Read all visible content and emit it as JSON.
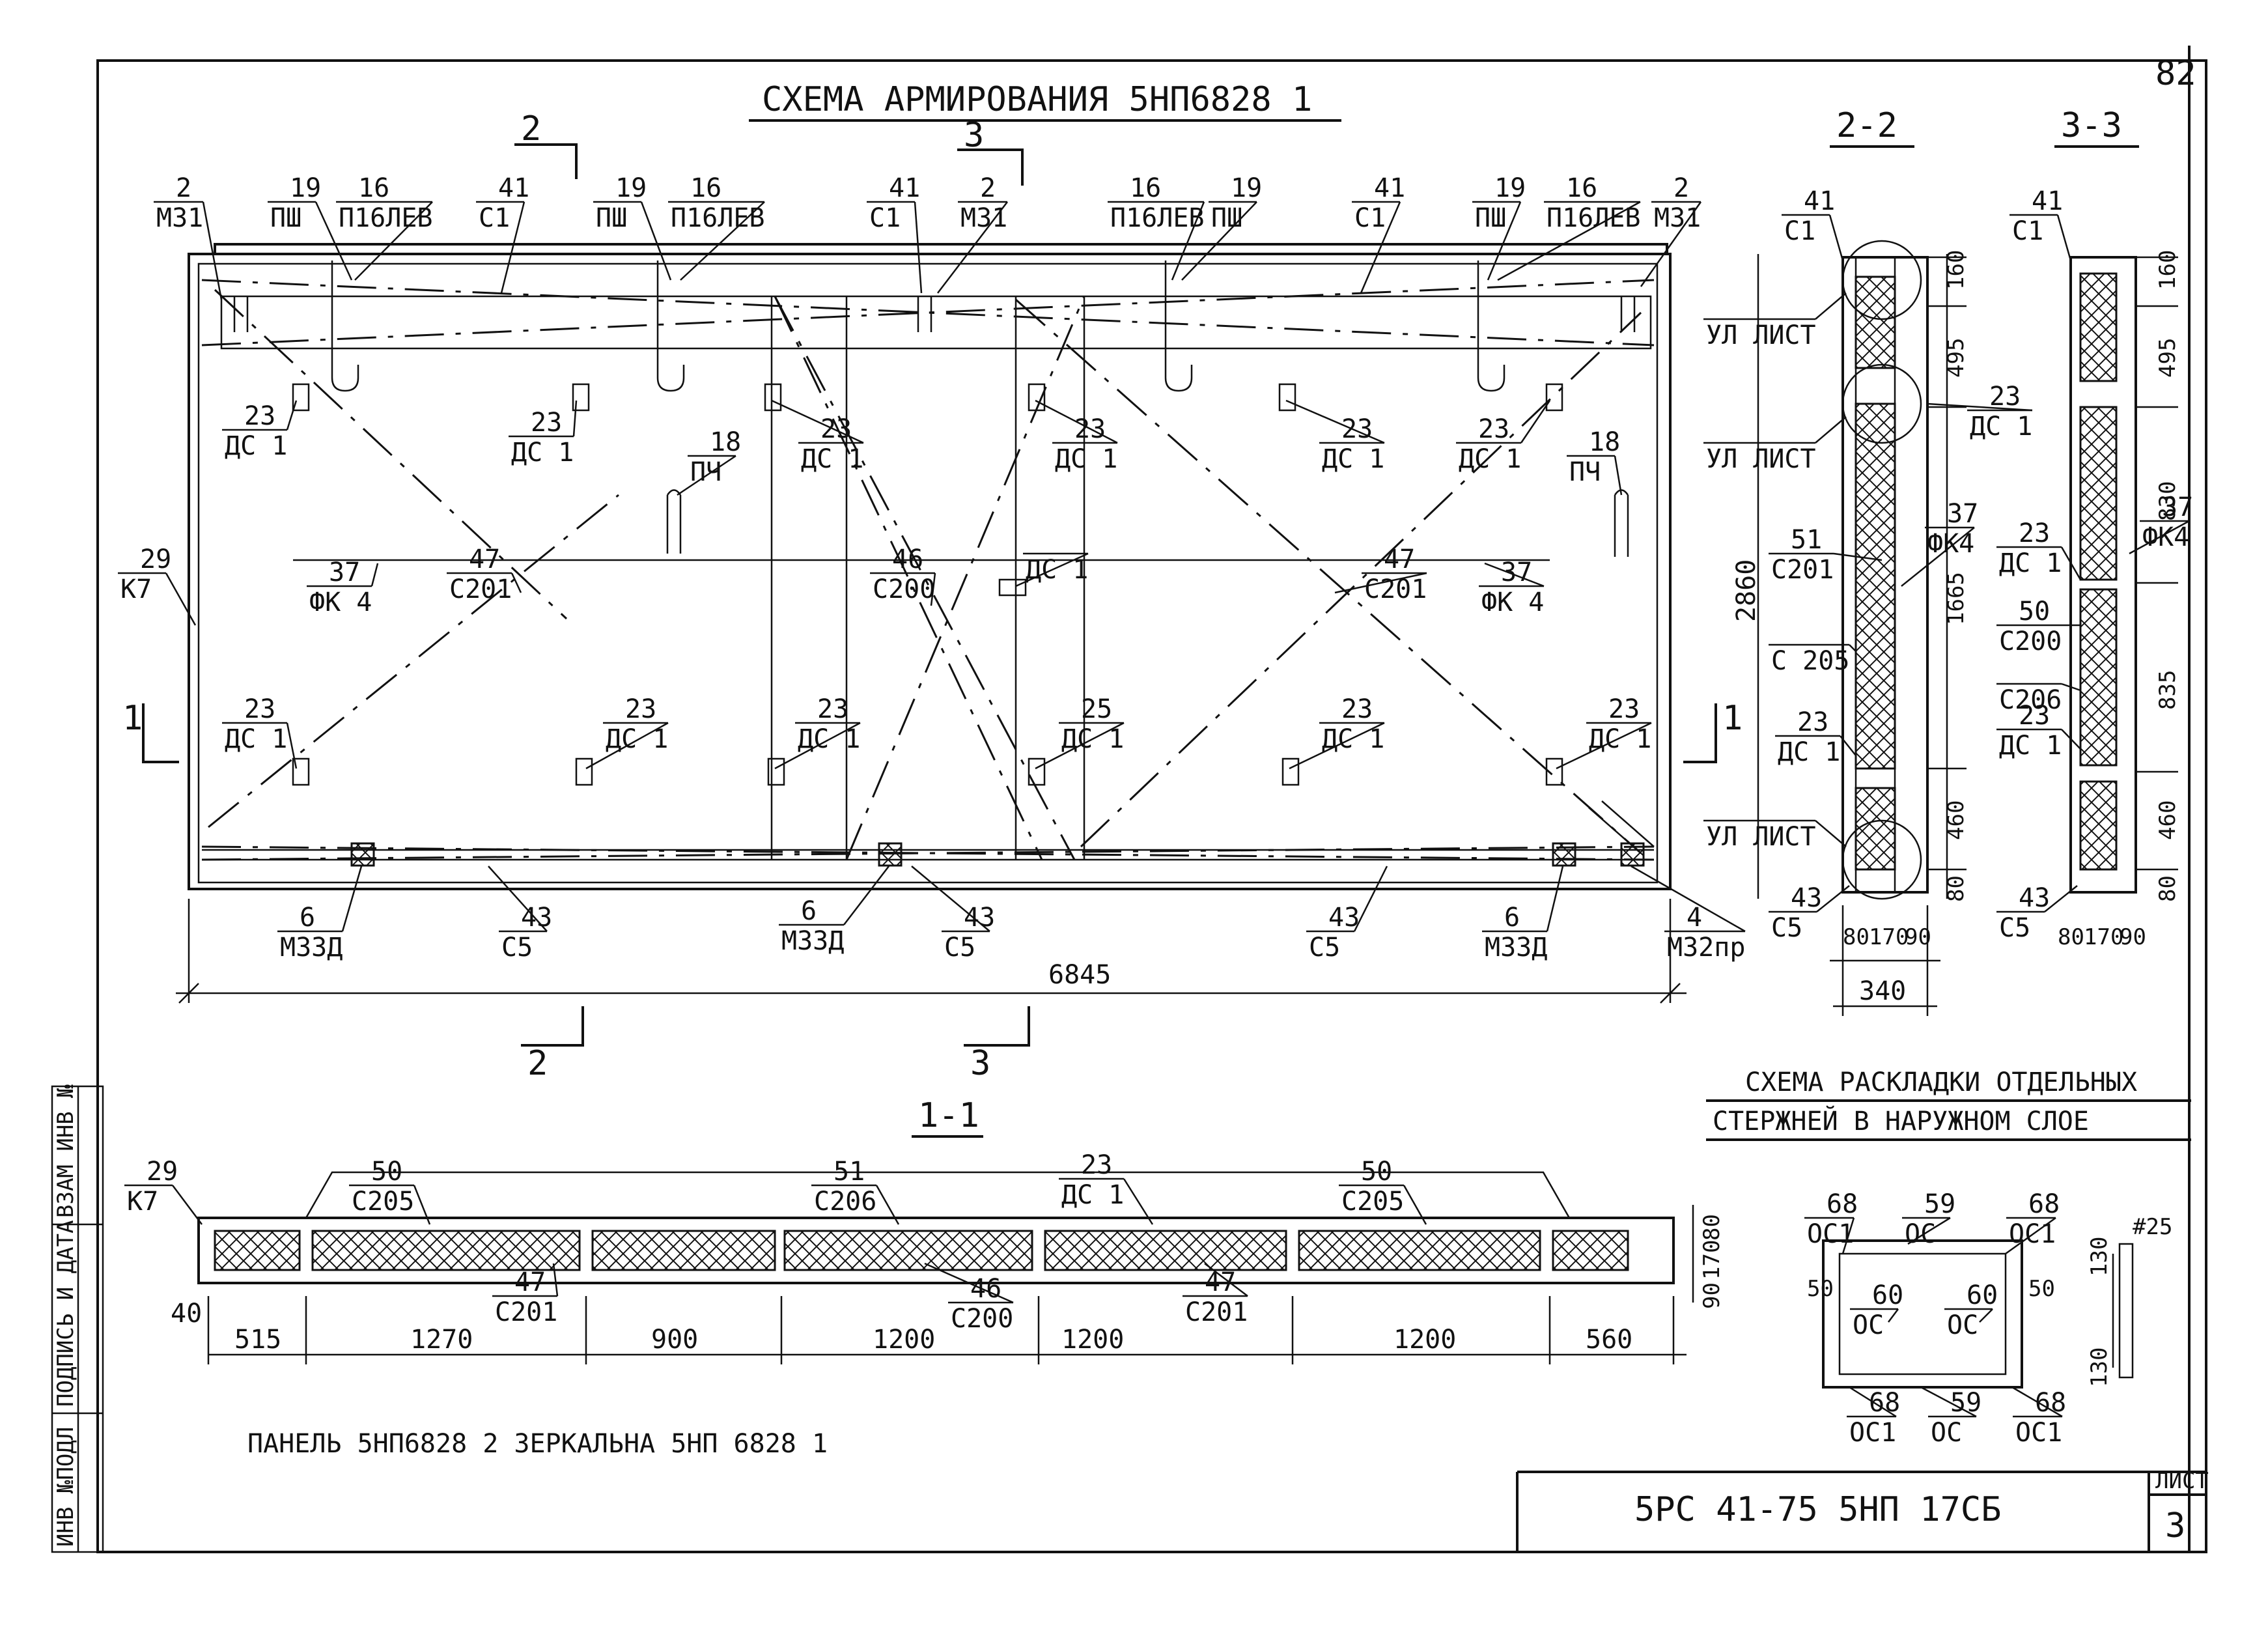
{
  "sheet": {
    "page_number": "82",
    "title": "СХЕМА АРМИРОВАНИЯ 5НП6828 1",
    "note": "ПАНЕЛЬ 5НП6828 2 ЗЕРКАЛЬНА 5НП 6828 1",
    "stamp_code": "5РС 41-75   5НП 17СБ",
    "sheet_label": "ЛИСТ",
    "sheet_no": "3",
    "side_block": [
      "ИНВ №ПОДЛ",
      "ПОДПИСЬ И ДАТА",
      "ВЗАМ ИНВ №"
    ]
  },
  "sections": {
    "s22": "2-2",
    "s33": "3-3",
    "s11": "1-1",
    "n1": "1",
    "n2": "2",
    "n3": "3"
  },
  "main": {
    "dim_total": "6845",
    "top_callouts": [
      {
        "n": "2",
        "m": "М31"
      },
      {
        "n": "19",
        "m": "ПШ"
      },
      {
        "n": "16",
        "m": "П16ЛЕВ"
      },
      {
        "n": "41",
        "m": "С1"
      },
      {
        "n": "19",
        "m": "ПШ"
      },
      {
        "n": "16",
        "m": "П16ЛЕВ"
      },
      {
        "n": "41",
        "m": "С1"
      },
      {
        "n": "2",
        "m": "М31"
      },
      {
        "n": "16",
        "m": "П16ЛЕВ"
      },
      {
        "n": "19",
        "m": "ПШ"
      },
      {
        "n": "41",
        "m": "С1"
      },
      {
        "n": "19",
        "m": "ПШ"
      },
      {
        "n": "16",
        "m": "П16ЛЕВ"
      },
      {
        "n": "2",
        "m": "М31"
      }
    ],
    "ds_upper": [
      {
        "n": "23",
        "m": "ДС 1"
      },
      {
        "n": "23",
        "m": "ДС 1"
      },
      {
        "n": "23",
        "m": "ДС 1"
      },
      {
        "n": "23",
        "m": "ДС 1"
      },
      {
        "n": "23",
        "m": "ДС 1"
      },
      {
        "n": "23",
        "m": "ДС 1"
      }
    ],
    "ds_lower": [
      {
        "n": "23",
        "m": "ДС 1"
      },
      {
        "n": "23",
        "m": "ДС 1"
      },
      {
        "n": "23",
        "m": "ДС 1"
      },
      {
        "n": "25",
        "m": "ДС 1"
      },
      {
        "n": "23",
        "m": "ДС 1"
      },
      {
        "n": "23",
        "m": "ДС 1"
      }
    ],
    "mid_callouts": [
      {
        "n": "18",
        "m": "ПЧ"
      },
      {
        "n": "18",
        "m": "ПЧ"
      },
      {
        "n": "29",
        "m": "К7"
      },
      {
        "n": "37",
        "m": "ФК 4"
      },
      {
        "n": "47",
        "m": "С201"
      },
      {
        "n": "46",
        "m": "С200"
      },
      {
        "n": "47",
        "m": "С201"
      },
      {
        "n": "37",
        "m": "ФК 4"
      },
      {
        "n": "",
        "m": "ДС 1"
      }
    ],
    "bottom_callouts": [
      {
        "n": "6",
        "m": "М33Д"
      },
      {
        "n": "43",
        "m": "С5"
      },
      {
        "n": "6",
        "m": "М33Д"
      },
      {
        "n": "43",
        "m": "С5"
      },
      {
        "n": "43",
        "m": "С5"
      },
      {
        "n": "6",
        "m": "М33Д"
      },
      {
        "n": "4",
        "m": "М32пр"
      }
    ]
  },
  "sec22": {
    "callouts": [
      {
        "n": "41",
        "m": "С1"
      },
      {
        "n": "",
        "m": "УЛ ЛИСТ"
      },
      {
        "n": "",
        "m": "УЛ ЛИСТ"
      },
      {
        "n": "23",
        "m": "ДС 1"
      },
      {
        "n": "51",
        "m": "С201"
      },
      {
        "n": "37",
        "m": "ФК4"
      },
      {
        "n": "",
        "m": "С 205"
      },
      {
        "n": "23",
        "m": "ДС 1"
      },
      {
        "n": "",
        "m": "УЛ ЛИСТ"
      },
      {
        "n": "43",
        "m": "С5"
      }
    ],
    "dims_v": [
      "160",
      "495",
      "1665",
      "460",
      "80"
    ],
    "dim_total": "2860",
    "dims_h": [
      "80",
      "170",
      "90"
    ],
    "dim_width": "340"
  },
  "sec33": {
    "callouts": [
      {
        "n": "41",
        "m": "С1"
      },
      {
        "n": "23",
        "m": "ДС 1"
      },
      {
        "n": "50",
        "m": "С200"
      },
      {
        "n": "",
        "m": "С206"
      },
      {
        "n": "23",
        "m": "ДС 1"
      },
      {
        "n": "37",
        "m": "ФК4"
      },
      {
        "n": "43",
        "m": "С5"
      }
    ],
    "dims_v": [
      "160",
      "495",
      "830",
      "835",
      "460",
      "80"
    ],
    "dims_h": [
      "80",
      "170",
      "90"
    ]
  },
  "sec11": {
    "callouts": [
      {
        "n": "29",
        "m": "К7"
      },
      {
        "n": "50",
        "m": "С205"
      },
      {
        "n": "51",
        "m": "С206"
      },
      {
        "n": "23",
        "m": "ДС 1"
      },
      {
        "n": "50",
        "m": "С205"
      },
      {
        "n": "47",
        "m": "С201"
      },
      {
        "n": "46",
        "m": "С200"
      },
      {
        "n": "47",
        "m": "С201"
      }
    ],
    "dims": [
      "515",
      "1270",
      "900",
      "1200",
      "1200",
      "1200",
      "560"
    ],
    "dim_left": "40",
    "dims_v": [
      "80",
      "170",
      "90"
    ]
  },
  "layout": {
    "title_line1": "СХЕМА РАСКЛАДКИ ОТДЕЛЬНЫХ",
    "title_line2": "СТЕРЖНЕЙ В НАРУЖНОМ СЛОЕ",
    "top": [
      {
        "n": "68",
        "m": "ОС1"
      },
      {
        "n": "59",
        "m": "ОС"
      },
      {
        "n": "68",
        "m": "ОС1"
      }
    ],
    "mid": [
      {
        "n": "60",
        "m": "ОС"
      },
      {
        "n": "60",
        "m": "ОС"
      }
    ],
    "bottom": [
      {
        "n": "68",
        "m": "ОС1"
      },
      {
        "n": "59",
        "m": "ОС"
      },
      {
        "n": "68",
        "m": "ОС1"
      }
    ],
    "side": [
      "50",
      "50"
    ],
    "detail": [
      "#25",
      "130",
      "130"
    ]
  }
}
